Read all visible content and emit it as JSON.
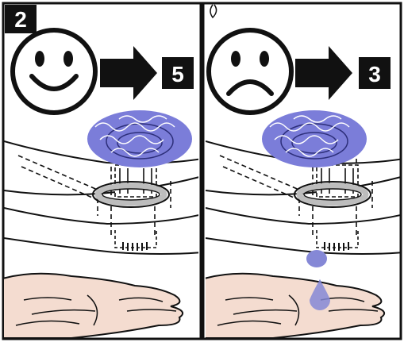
{
  "step": {
    "number": "2"
  },
  "panels": [
    {
      "id": "good",
      "face": "smiley",
      "rating": "5",
      "shows_leak": false
    },
    {
      "id": "bad",
      "face": "frowny",
      "rating": "3",
      "shows_leak": true
    }
  ],
  "colors": {
    "water": "#7b7dd9",
    "drop": "#8588d6",
    "skin": "#f4dcd0",
    "ring": "#bdbdbd",
    "outline": "#111111"
  },
  "icons": [
    "smiley-face-icon",
    "frowny-face-icon",
    "right-arrow-icon",
    "water-drop-icon",
    "hand-icon",
    "drain-pipe-icon"
  ]
}
